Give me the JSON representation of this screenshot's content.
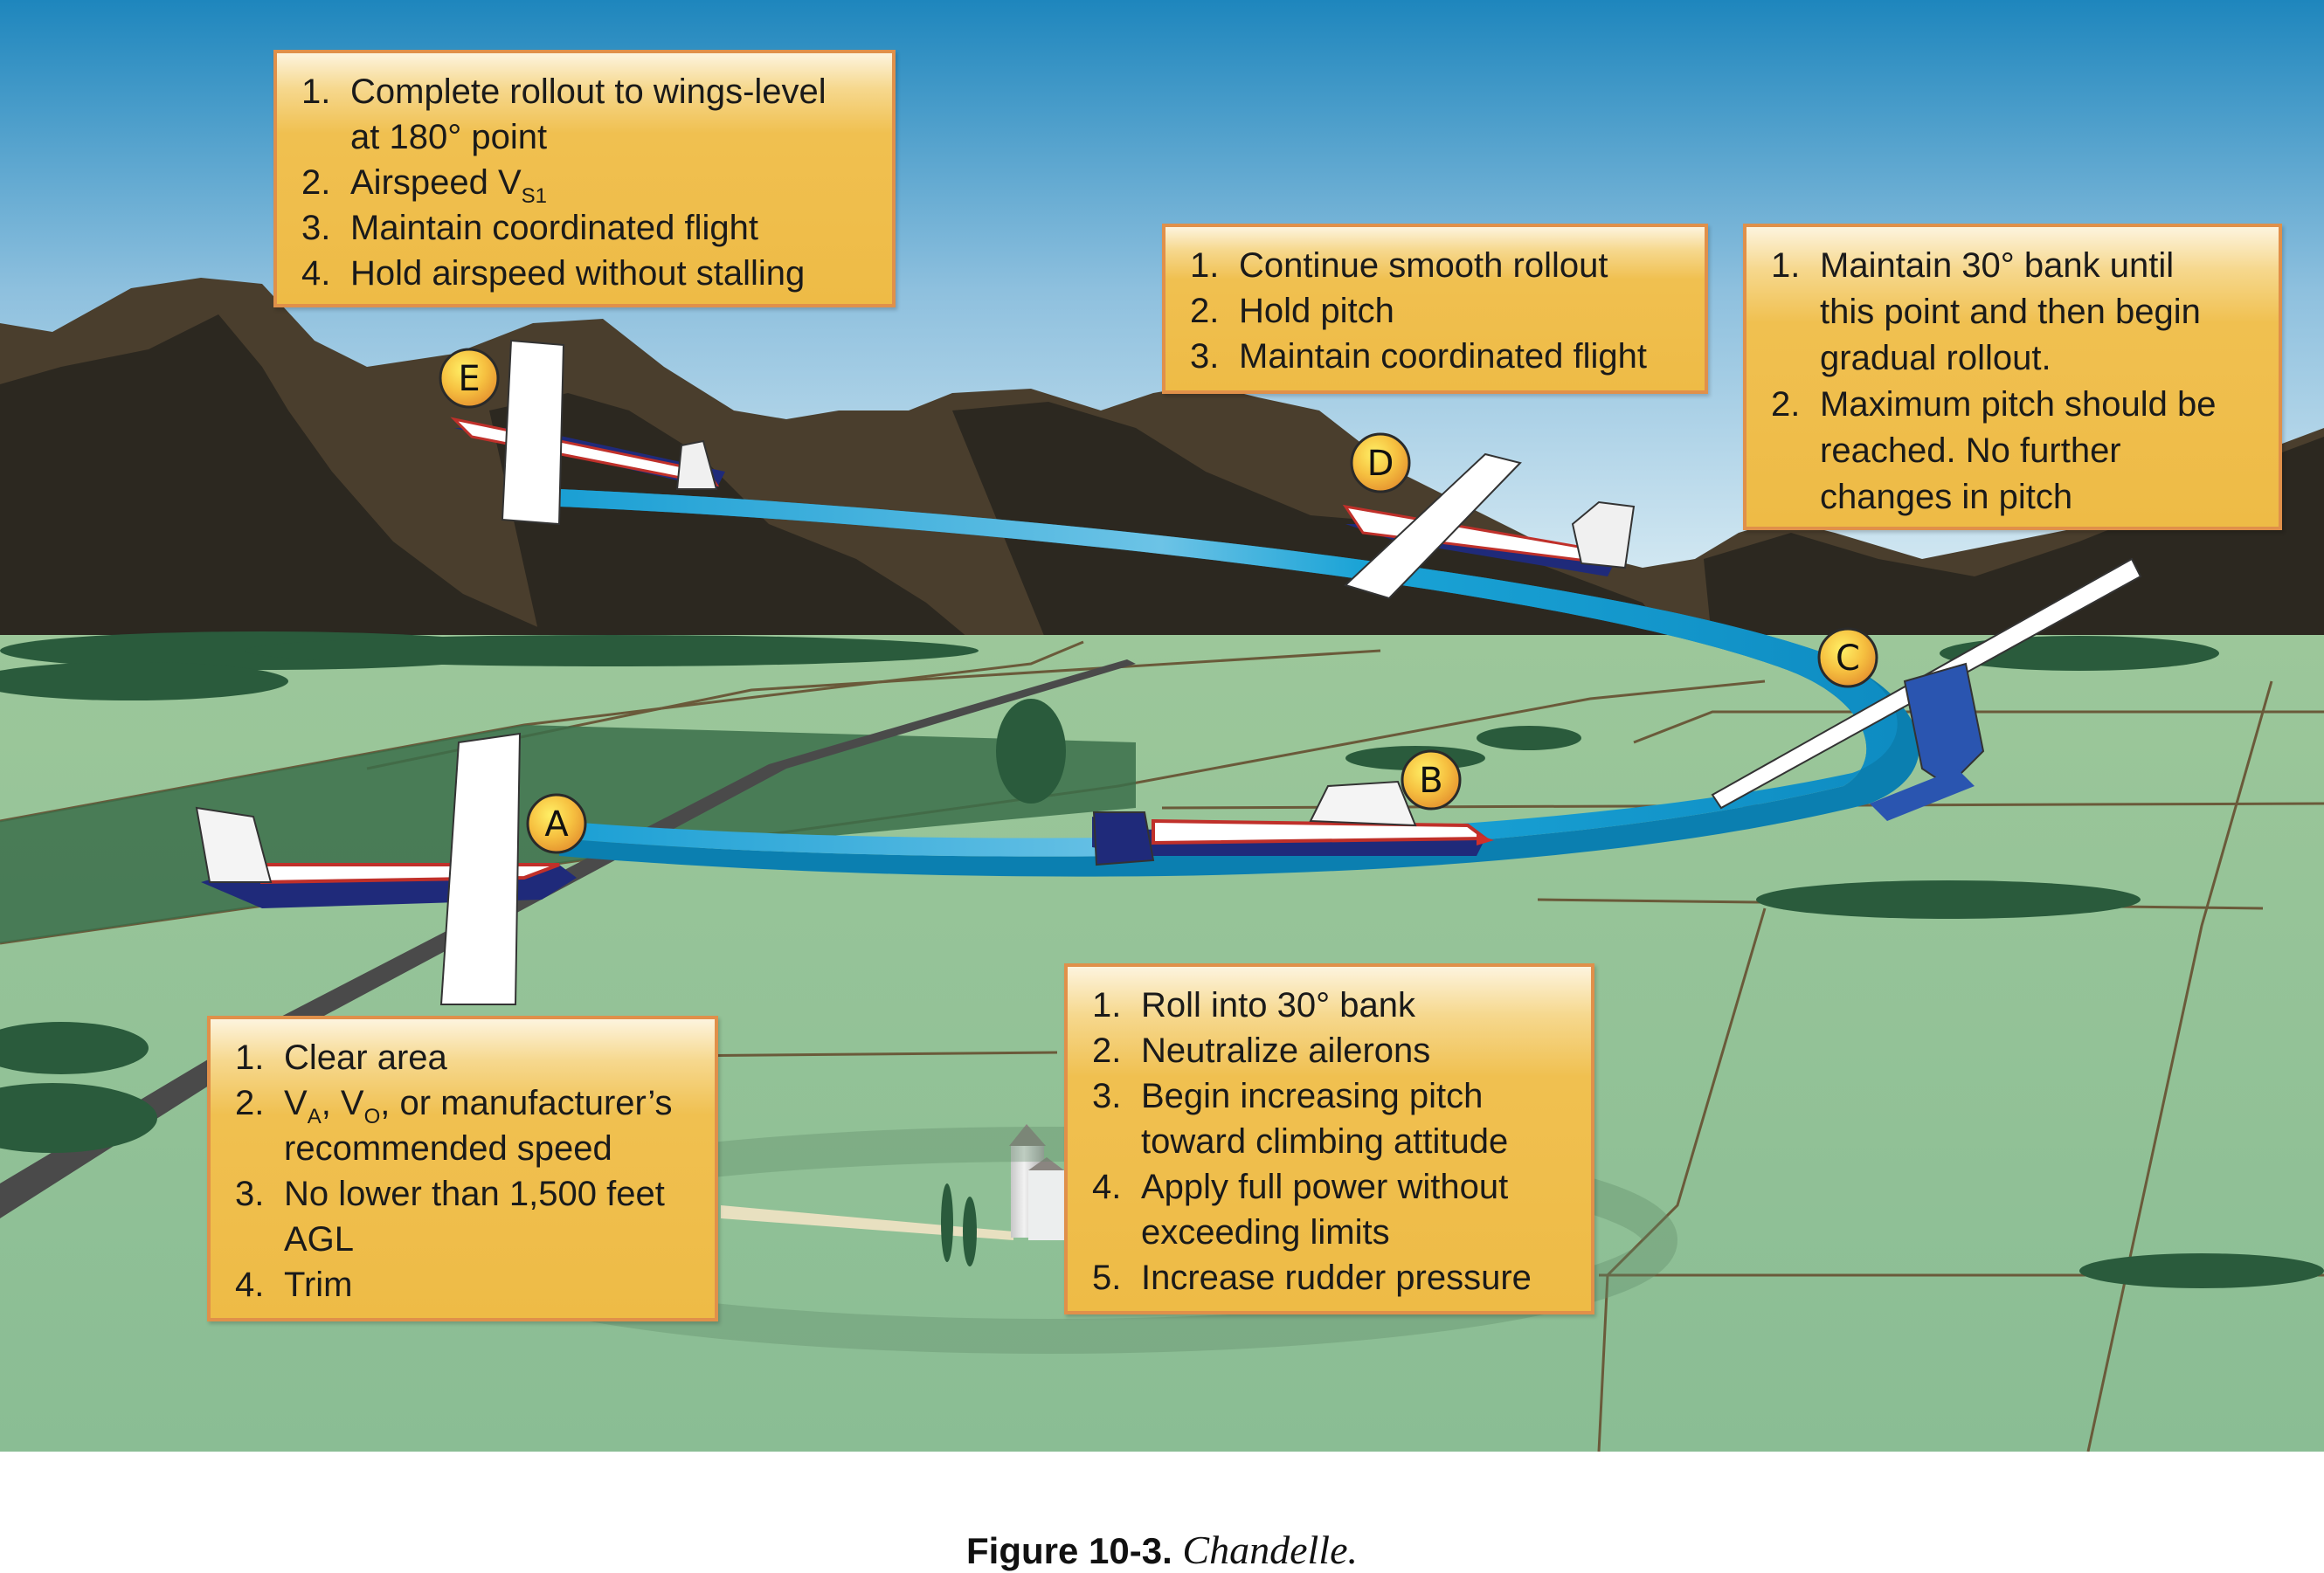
{
  "figure": {
    "number_label": "Figure 10-3.",
    "title": "Chandelle."
  },
  "colors": {
    "sky_top": "#1e86bd",
    "sky_bottom": "#dff0f6",
    "mountain_dark": "#2c2820",
    "mountain_light": "#4a3e2d",
    "ground_light": "#a3cc9a",
    "ground_mid": "#8cbf95",
    "field_dark": "#3b6e4a",
    "trees": "#2a5b3c",
    "ribbon": "#1ea5d6",
    "ribbon_edge": "#0b7fb0",
    "note_border": "#e0904a",
    "note_fill": "#eebb46",
    "marker_fill": "#f5b93a"
  },
  "markers": [
    {
      "id": "A",
      "label": "A"
    },
    {
      "id": "B",
      "label": "B"
    },
    {
      "id": "C",
      "label": "C"
    },
    {
      "id": "D",
      "label": "D"
    },
    {
      "id": "E",
      "label": "E"
    }
  ],
  "notes": {
    "A": {
      "items": [
        {
          "num": "1.",
          "text": "Clear area"
        },
        {
          "num": "2.",
          "parts": [
            {
              "t": "V"
            },
            {
              "sub": "A"
            },
            {
              "t": ", V"
            },
            {
              "sub": "O"
            },
            {
              "t": ", or manufacturer’s recommended speed"
            }
          ],
          "line1": "V",
          "sub1": "A",
          "mid": ", V",
          "sub2": "O",
          "line1_end": ", or manufacturer’s",
          "line2": "recommended speed"
        },
        {
          "num": "3.",
          "text": "No lower than 1,500 feet",
          "line2": "AGL"
        },
        {
          "num": "4.",
          "text": "Trim"
        }
      ]
    },
    "B": {
      "items": [
        {
          "num": "1.",
          "text": "Roll into 30° bank"
        },
        {
          "num": "2.",
          "text": "Neutralize ailerons"
        },
        {
          "num": "3.",
          "text": "Begin increasing pitch",
          "line2": "toward climbing attitude"
        },
        {
          "num": "4.",
          "text": "Apply full power without",
          "line2": "exceeding limits"
        },
        {
          "num": "5.",
          "text": "Increase rudder pressure"
        }
      ]
    },
    "C": {
      "items": [
        {
          "num": "1.",
          "text": "Maintain 30° bank until",
          "line2": "this point and then begin",
          "line3": "gradual rollout."
        },
        {
          "num": "2.",
          "text": "Maximum pitch should be",
          "line2": "reached. No further",
          "line3": "changes in pitch"
        }
      ]
    },
    "D": {
      "items": [
        {
          "num": "1.",
          "text": "Continue smooth rollout"
        },
        {
          "num": "2.",
          "text": "Hold pitch"
        },
        {
          "num": "3.",
          "text": "Maintain coordinated flight"
        }
      ]
    },
    "E": {
      "items": [
        {
          "num": "1.",
          "text": "Complete rollout to wings-level",
          "line2": "at 180° point"
        },
        {
          "num": "2.",
          "text": "Airspeed V",
          "sub": "S1"
        },
        {
          "num": "3.",
          "text": "Maintain coordinated flight"
        },
        {
          "num": "4.",
          "text": "Hold airspeed without stalling"
        }
      ]
    }
  }
}
